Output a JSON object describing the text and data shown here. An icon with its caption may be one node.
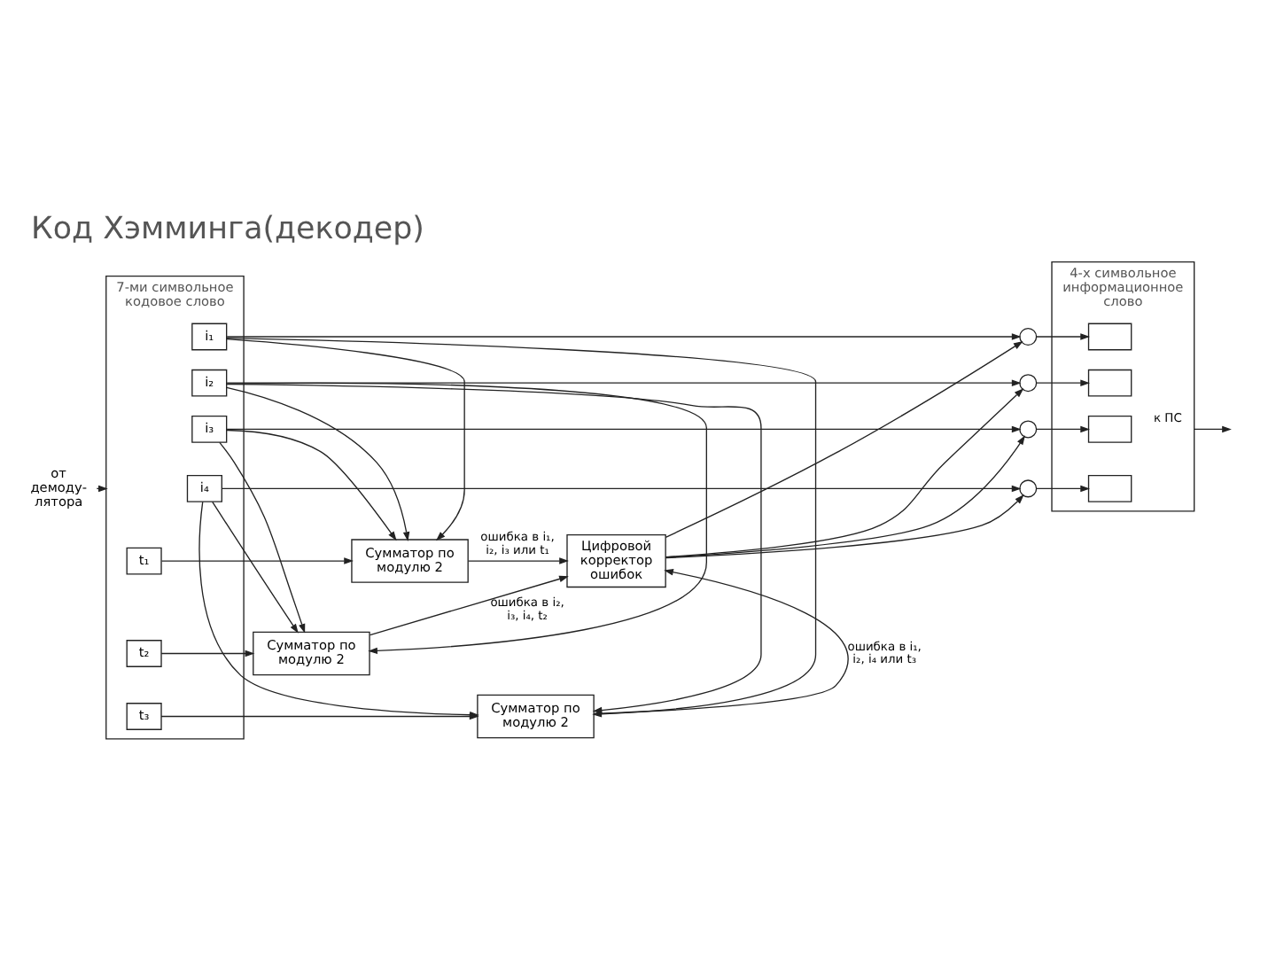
{
  "diagram": {
    "title": "Код Хэмминга(декодер)",
    "nodes": [
      {
        "text": [
          "7-ми символьное кодовое слово"
        ]
      },
      {
        "text": [
          "i₁"
        ],
        "in": 0
      },
      {
        "text": [
          "i₂"
        ],
        "in": 0
      },
      {
        "text": [
          "i₃"
        ],
        "in": 0
      },
      {
        "text": [
          "i₄"
        ],
        "in": 0
      },
      {
        "text": [
          "t₁"
        ],
        "in": 0
      },
      {
        "text": [
          "t₂"
        ],
        "in": 0
      },
      {
        "text": [
          "t₃"
        ],
        "in": 0
      },
      {
        "text": [
          "от демоду-лятора"
        ]
      },
      {
        "text": [
          "Сумматор по модулю 2"
        ]
      },
      {
        "text": [
          "Сумматор по модулю 2"
        ]
      },
      {
        "text": [
          "Сумматор по модулю 2"
        ]
      },
      {
        "text": [
          "Цифровой корректор ошибок"
        ]
      },
      {
        "text": [],
        "shape": "circle"
      },
      {
        "text": [],
        "shape": "circle"
      },
      {
        "text": [],
        "shape": "circle"
      },
      {
        "text": [],
        "shape": "circle"
      },
      {
        "text": [
          "4-х символьное информационное слово"
        ]
      },
      {
        "text": [],
        "shape": "box",
        "in": 17
      },
      {
        "text": [],
        "shape": "box",
        "in": 17
      },
      {
        "text": [],
        "shape": "box",
        "in": 17
      },
      {
        "text": [],
        "shape": "box",
        "in": 17
      }
    ],
    "edges": [
      {
        "from": 8,
        "to": 0,
        "arrow": "to"
      },
      {
        "from": 1,
        "to": 13,
        "arrow": "to"
      },
      {
        "from": 2,
        "to": 14,
        "arrow": "to"
      },
      {
        "from": 3,
        "to": 15,
        "arrow": "to"
      },
      {
        "from": 4,
        "to": 16,
        "arrow": "to"
      },
      {
        "from": 1,
        "to": 9,
        "arrow": "to"
      },
      {
        "from": 2,
        "to": 9,
        "arrow": "to"
      },
      {
        "from": 3,
        "to": 9,
        "arrow": "to"
      },
      {
        "from": 5,
        "to": 9,
        "arrow": "to"
      },
      {
        "from": 2,
        "to": 10,
        "arrow": "to"
      },
      {
        "from": 3,
        "to": 10,
        "arrow": "to"
      },
      {
        "from": 4,
        "to": 10,
        "arrow": "to"
      },
      {
        "from": 6,
        "to": 10,
        "arrow": "to"
      },
      {
        "from": 1,
        "to": 11,
        "arrow": "to"
      },
      {
        "from": 2,
        "to": 11,
        "arrow": "to"
      },
      {
        "from": 4,
        "to": 11,
        "arrow": "to"
      },
      {
        "from": 7,
        "to": 11,
        "arrow": "to"
      },
      {
        "from": 9,
        "to": 12,
        "arrow": "to",
        "label": "ошибка в i₁, i₂, i₃ или t₁"
      },
      {
        "from": 10,
        "to": 12,
        "arrow": "to",
        "label": "ошибка в i₂, i₃, i₄, t₂"
      },
      {
        "from": 11,
        "to": 12,
        "arrow": "to",
        "label": "ошибка в i₁, i₂, i₄ или t₃"
      },
      {
        "from": 12,
        "to": 13,
        "arrow": "to"
      },
      {
        "from": 12,
        "to": 14,
        "arrow": "to"
      },
      {
        "from": 12,
        "to": 15,
        "arrow": "to"
      },
      {
        "from": 12,
        "to": 16,
        "arrow": "to"
      },
      {
        "from": 13,
        "to": 18,
        "arrow": "to"
      },
      {
        "from": 14,
        "to": 19,
        "arrow": "to"
      },
      {
        "from": 15,
        "to": 20,
        "arrow": "to"
      },
      {
        "from": 16,
        "to": 21,
        "arrow": "to"
      },
      {
        "from": 17,
        "to": null,
        "arrow": "to",
        "label": "к ПС"
      }
    ]
  }
}
